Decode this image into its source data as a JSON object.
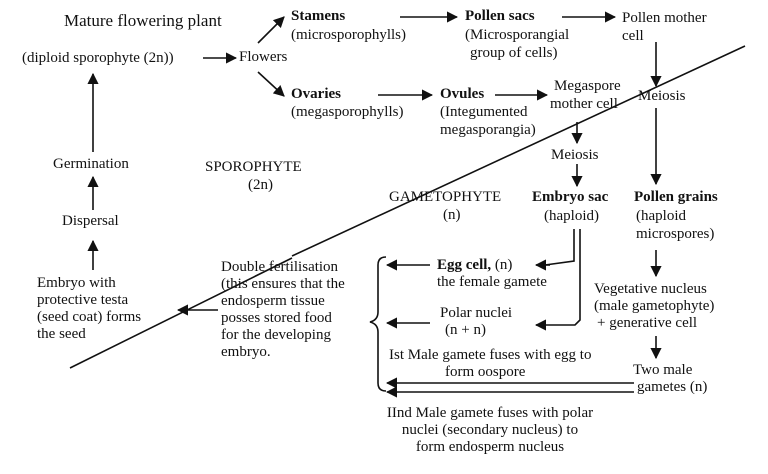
{
  "title": "Mature flowering plant",
  "sporophyte": {
    "label": "(diploid sporophyte (2n))",
    "flowers": "Flowers"
  },
  "male_path": {
    "stamens": "Stamens",
    "stamens_sub": "(microsporophylls)",
    "pollen_sacs": "Pollen sacs",
    "pollen_sacs_sub1": "(Microsporangial",
    "pollen_sacs_sub2": "group of cells)",
    "pmc1": "Pollen mother",
    "pmc2": "cell",
    "meiosis": "Meiosis",
    "pollen_grains": "Pollen grains",
    "pollen_grains_sub1": "(haploid",
    "pollen_grains_sub2": "microspores)",
    "veg1": "Vegetative nucleus",
    "veg2": "(male gametophyte)",
    "veg3": "+ generative cell",
    "two1": "Two male",
    "two2": "gametes (n)"
  },
  "female_path": {
    "ovaries": "Ovaries",
    "ovaries_sub": "(megasporophylls)",
    "ovules": "Ovules",
    "ovules_sub1": "(Integumented",
    "ovules_sub2": "megasporangia)",
    "mmc1": "Megaspore",
    "mmc2": "mother cell",
    "meiosis": "Meiosis",
    "embryo_sac": "Embryo sac",
    "embryo_sac_sub": "(haploid)",
    "egg_bold": "Egg cell,",
    "egg_n": " (n)",
    "egg_sub": "the female gamete",
    "polar1": "Polar nuclei",
    "polar2": "(n + n)"
  },
  "regions": {
    "sporophyte": "SPOROPHYTE",
    "sporophyte_ploidy": "(2n)",
    "gametophyte": "GAMETOPHYTE",
    "gametophyte_ploidy": "(n)"
  },
  "fertilisation": {
    "lines": [
      "Double fertilisation",
      "(this ensures that the",
      "endosperm tissue",
      "posses stored food",
      "for the developing",
      "embryo."
    ],
    "first1": "Ist Male gamete fuses with egg to",
    "first2": "form oospore",
    "second1": "IInd Male gamete fuses with polar",
    "second2": "nuclei (secondary nucleus) to",
    "second3": "form endosperm nucleus"
  },
  "cycle": {
    "embryo_lines": [
      "Embryo with",
      "protective testa",
      "(seed coat) forms",
      "the seed"
    ],
    "dispersal": "Dispersal",
    "germination": "Germination"
  },
  "colors": {
    "ink": "#111111",
    "background": "#ffffff"
  }
}
